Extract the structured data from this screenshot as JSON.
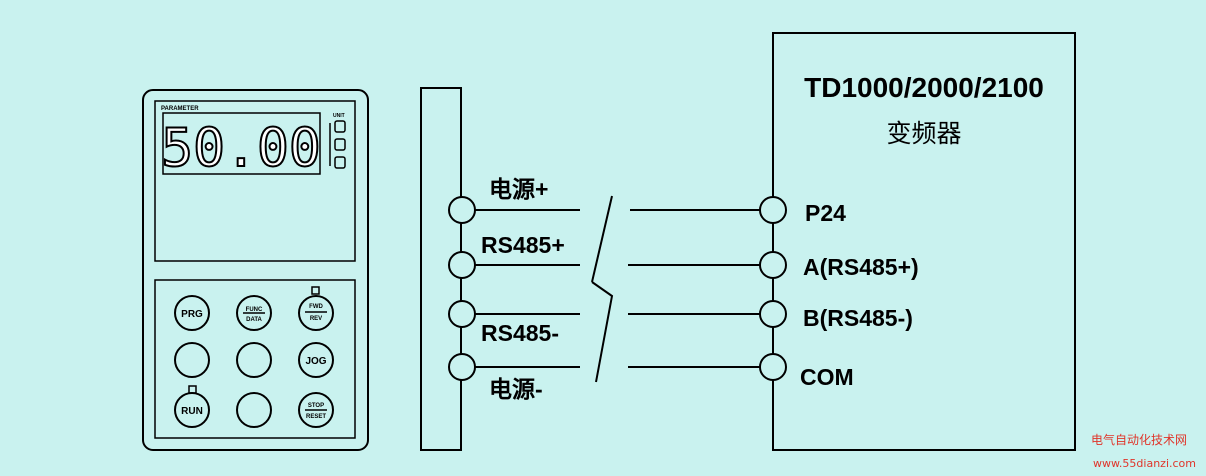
{
  "panel": {
    "parameter_label": "PARAMETER",
    "display_value": "50.00",
    "unit_label": "UNIT",
    "keys": {
      "prg": "PRG",
      "func": "FUNC",
      "data": "DATA",
      "fwd": "FWD",
      "rev": "REV",
      "jog": "JOG",
      "run": "RUN",
      "stop": "STOP",
      "reset": "RESET"
    }
  },
  "wiring": {
    "left_labels": [
      "电源+",
      "RS485+",
      "RS485-",
      "电源-"
    ],
    "right_labels": [
      "P24",
      "A(RS485+)",
      "B(RS485-)",
      "COM"
    ]
  },
  "inverter": {
    "model": "TD1000/2000/2100",
    "name": "变频器"
  },
  "watermark": {
    "site_name": "电气自动化技术网",
    "url": "www.55dianzi.com"
  }
}
